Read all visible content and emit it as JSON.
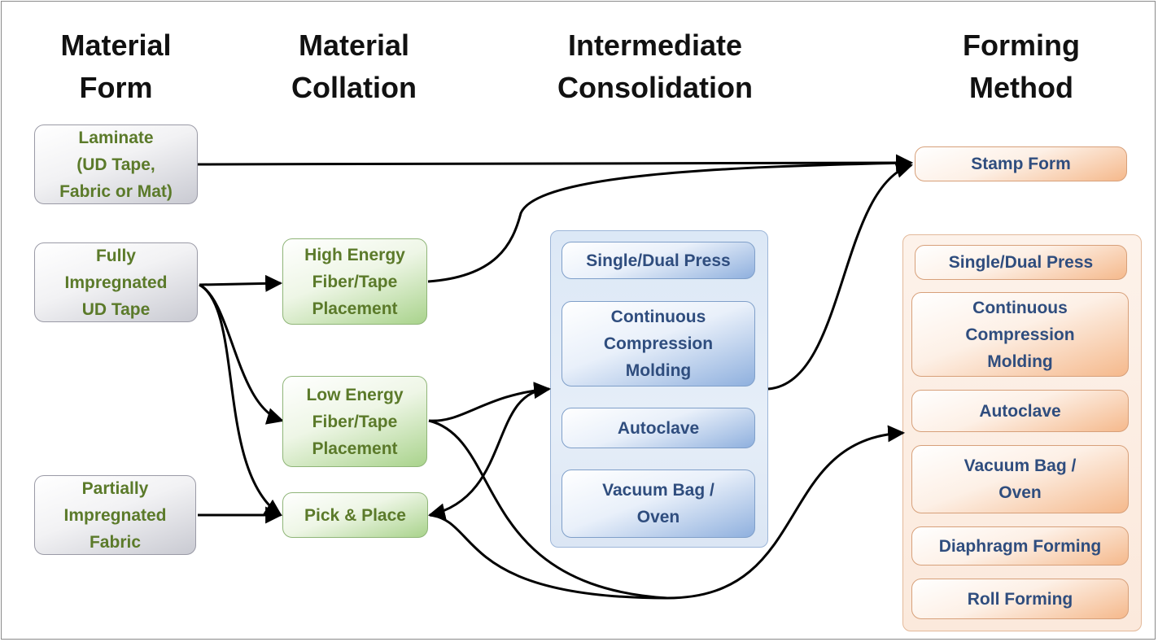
{
  "headers": [
    {
      "id": "material-form",
      "lines": [
        "Material",
        "Form"
      ]
    },
    {
      "id": "material-collation",
      "lines": [
        "Material",
        "Collation"
      ]
    },
    {
      "id": "intermediate-consolidation",
      "lines": [
        "Intermediate",
        "Consolidation"
      ]
    },
    {
      "id": "forming-method",
      "lines": [
        "Forming",
        "Method"
      ]
    }
  ],
  "material_form": {
    "laminate": "Laminate\n(UD Tape,\nFabric or Mat)",
    "fully_impregnated": "Fully\nImpregnated\nUD Tape",
    "partially_impregnated": "Partially\nImpregnated\nFabric"
  },
  "material_collation": {
    "high_energy": "High Energy\nFiber/Tape\nPlacement",
    "low_energy": "Low Energy\nFiber/Tape\nPlacement",
    "pick_place": "Pick & Place"
  },
  "intermediate_consolidation": {
    "single_dual_press": "Single/Dual Press",
    "continuous_compression": "Continuous\nCompression\nMolding",
    "autoclave": "Autoclave",
    "vacuum_bag": "Vacuum Bag /\nOven"
  },
  "forming_method": {
    "stamp_form": "Stamp Form",
    "single_dual_press": "Single/Dual Press",
    "continuous_compression": "Continuous\nCompression\nMolding",
    "autoclave": "Autoclave",
    "vacuum_bag": "Vacuum Bag /\nOven",
    "diaphragm_forming": "Diaphragm Forming",
    "roll_forming": "Roll Forming"
  },
  "colors": {
    "material_text": "#5b7a2a",
    "process_text": "#2f4d7e",
    "connector": "#000000"
  }
}
